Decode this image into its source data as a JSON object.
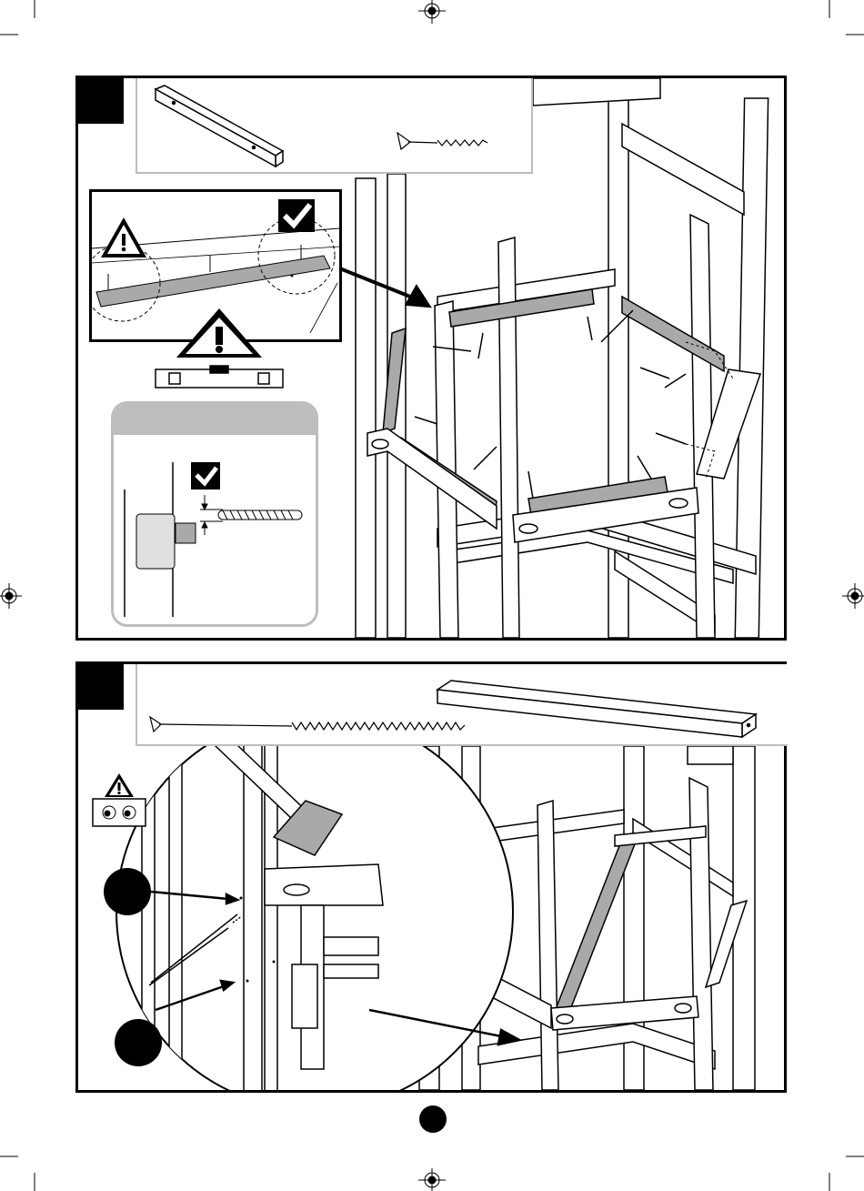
{
  "page": {
    "ink_color": "#000000",
    "part_gray": "#a9a9a9",
    "panel_gray": "#bdbdbd"
  },
  "step_top": {
    "step_number_badge": "",
    "parts_box": {
      "items": [
        "wood-beam-short",
        "wood-screw-short"
      ]
    },
    "warning_detail": {
      "icons": [
        "warning-triangle-icon",
        "check-mark-icon"
      ]
    },
    "level_tool": {
      "icon": "spirit-level-icon"
    },
    "screw_depth_detail": {
      "icons": [
        "check-mark-icon",
        "screw-icon"
      ]
    }
  },
  "step_bottom": {
    "step_number_badge": "",
    "parts_box": {
      "items": [
        "wood-screw-long",
        "wood-beam-long"
      ]
    },
    "attention_icon": {
      "icons": [
        "warning-triangle-icon",
        "eyes-icon"
      ]
    },
    "callout_badges": [
      "",
      ""
    ]
  },
  "page_number_badge": ""
}
